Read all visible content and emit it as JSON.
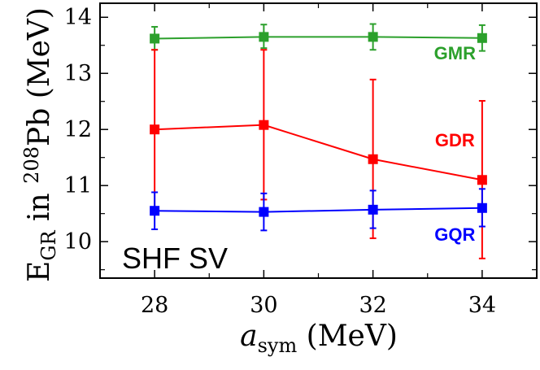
{
  "chart_data": {
    "type": "line",
    "x": [
      28,
      30,
      32,
      34
    ],
    "x_ticks": [
      "28",
      "30",
      "32",
      "34"
    ],
    "y_ticks": [
      "10",
      "11",
      "12",
      "13",
      "14"
    ],
    "xlim": [
      27,
      35
    ],
    "ylim": [
      9.35,
      14.25
    ],
    "xlabel": {
      "italic": "a",
      "sub": "sym",
      "rest": " (MeV)"
    },
    "ylabel": {
      "main": "E",
      "sub": "GR",
      "mid": " in ",
      "sup": "208",
      "rest": "Pb (MeV)"
    },
    "annotation": "SHF SV",
    "grid": false,
    "series": [
      {
        "name": "GMR",
        "color": "#2ca02c",
        "values": [
          13.62,
          13.65,
          13.65,
          13.63
        ],
        "err_low": [
          13.42,
          13.45,
          13.42,
          13.4
        ],
        "err_high": [
          13.83,
          13.87,
          13.88,
          13.86
        ]
      },
      {
        "name": "GDR",
        "color": "#ff0000",
        "values": [
          12.0,
          12.08,
          11.47,
          11.1
        ],
        "err_low": [
          10.55,
          10.75,
          10.06,
          9.7
        ],
        "err_high": [
          13.42,
          13.42,
          12.89,
          12.51
        ]
      },
      {
        "name": "GQR",
        "color": "#0000ff",
        "values": [
          10.55,
          10.53,
          10.57,
          10.6
        ],
        "err_low": [
          10.22,
          10.2,
          10.24,
          10.27
        ],
        "err_high": [
          10.88,
          10.86,
          10.91,
          10.94
        ]
      }
    ]
  }
}
